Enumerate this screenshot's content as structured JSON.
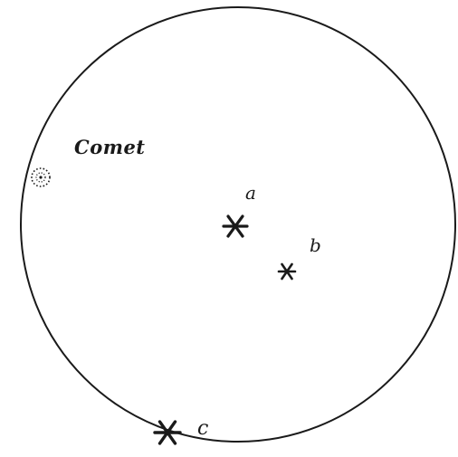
{
  "labels": {
    "comet": "Comet",
    "star_a": "a",
    "star_b": "b",
    "star_c": "c"
  },
  "colors": {
    "ink": "#1a1a1a",
    "paper": "#ffffff"
  },
  "icons": {
    "comet": "dotted-circle-comet-icon",
    "star": "asterisk-star-icon"
  }
}
